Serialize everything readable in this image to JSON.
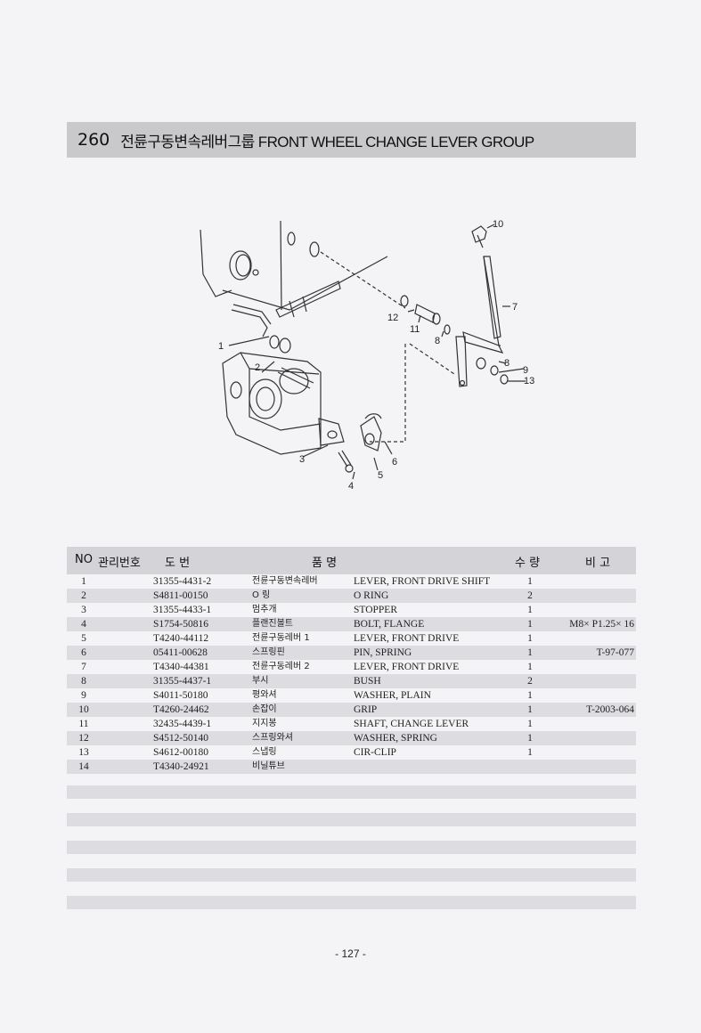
{
  "header": {
    "number": "260",
    "title": "전륜구동변속레버그룹 FRONT WHEEL CHANGE LEVER GROUP"
  },
  "diagram": {
    "callouts": [
      "1",
      "2",
      "3",
      "4",
      "5",
      "6",
      "7",
      "8",
      "8",
      "9",
      "10",
      "11",
      "12",
      "13"
    ]
  },
  "table": {
    "headers": {
      "no": "NO",
      "mgmt": "관리번호",
      "code": "도  번",
      "name": "품          명",
      "qty": "수 량",
      "remark": "비 고"
    },
    "rows": [
      {
        "no": "1",
        "code": "31355-4431-2",
        "kor": "전륜구동변속레버",
        "eng": "LEVER, FRONT DRIVE SHIFT",
        "qty": "1",
        "remark": ""
      },
      {
        "no": "2",
        "code": "S4811-00150",
        "kor": "O 링",
        "eng": "O RING",
        "qty": "2",
        "remark": ""
      },
      {
        "no": "3",
        "code": "31355-4433-1",
        "kor": "멈추개",
        "eng": "STOPPER",
        "qty": "1",
        "remark": ""
      },
      {
        "no": "4",
        "code": "S1754-50816",
        "kor": "플랜진볼트",
        "eng": "BOLT, FLANGE",
        "qty": "1",
        "remark": "M8× P1.25× 16"
      },
      {
        "no": "5",
        "code": "T4240-44112",
        "kor": "전륜구동레버 1",
        "eng": "LEVER, FRONT DRIVE",
        "qty": "1",
        "remark": ""
      },
      {
        "no": "6",
        "code": "05411-00628",
        "kor": "스프링핀",
        "eng": "PIN, SPRING",
        "qty": "1",
        "remark": "T-97-077"
      },
      {
        "no": "7",
        "code": "T4340-44381",
        "kor": "전륜구동레버 2",
        "eng": "LEVER, FRONT DRIVE",
        "qty": "1",
        "remark": ""
      },
      {
        "no": "8",
        "code": "31355-4437-1",
        "kor": "부시",
        "eng": "BUSH",
        "qty": "2",
        "remark": ""
      },
      {
        "no": "9",
        "code": "S4011-50180",
        "kor": "평와셔",
        "eng": "WASHER, PLAIN",
        "qty": "1",
        "remark": ""
      },
      {
        "no": "10",
        "code": "T4260-24462",
        "kor": "손잡이",
        "eng": "GRIP",
        "qty": "1",
        "remark": "T-2003-064"
      },
      {
        "no": "11",
        "code": "32435-4439-1",
        "kor": "지지봉",
        "eng": "SHAFT, CHANGE LEVER",
        "qty": "1",
        "remark": ""
      },
      {
        "no": "12",
        "code": "S4512-50140",
        "kor": "스프링와셔",
        "eng": "WASHER, SPRING",
        "qty": "1",
        "remark": ""
      },
      {
        "no": "13",
        "code": "S4612-00180",
        "kor": "스냅링",
        "eng": "CIR-CLIP",
        "qty": "1",
        "remark": ""
      },
      {
        "no": "14",
        "code": "T4340-24921",
        "kor": "비닐튜브",
        "eng": "",
        "qty": "",
        "remark": ""
      }
    ]
  },
  "footer": {
    "page": "- 127 -"
  }
}
